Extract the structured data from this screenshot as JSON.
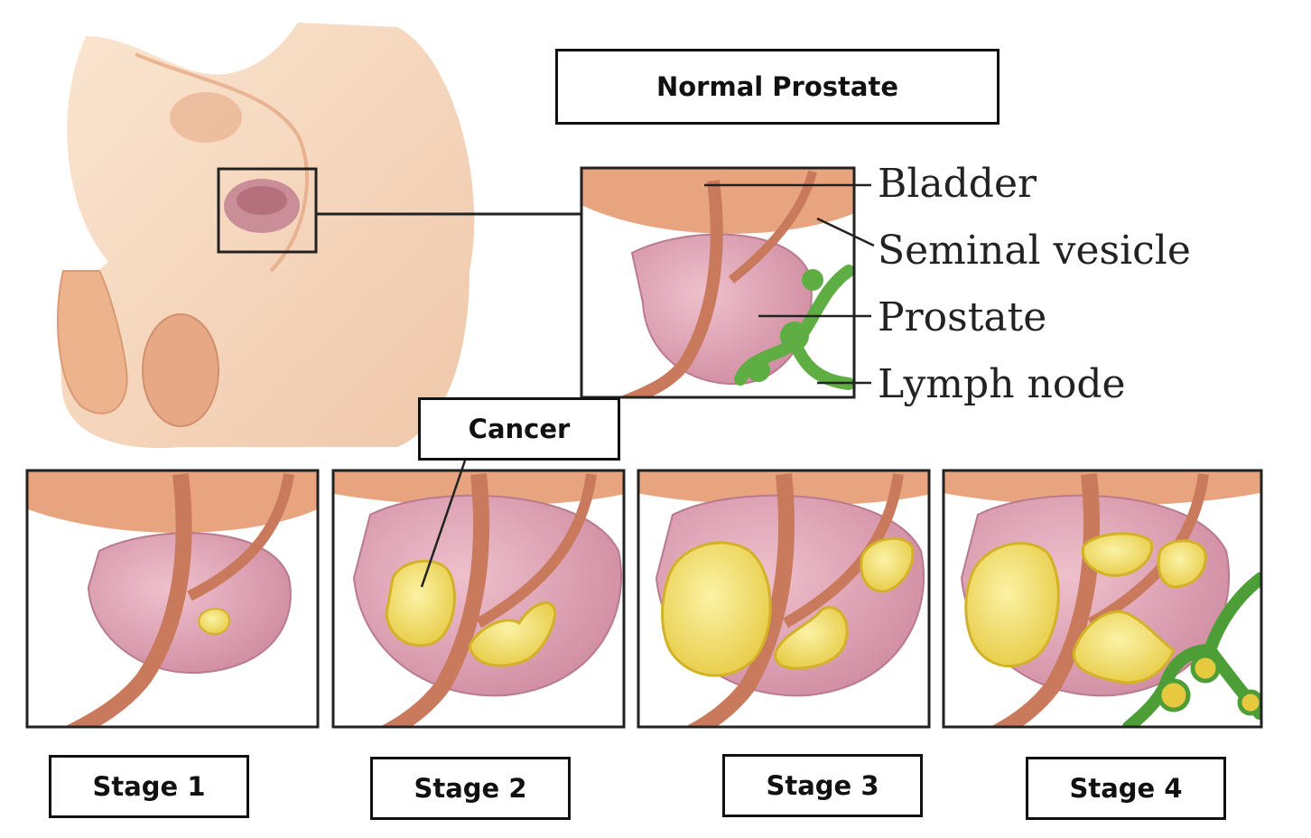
{
  "title": "Normal Prostate",
  "anatomy_labels": {
    "bladder": "Bladder",
    "seminal_vesicle": "Seminal vesicle",
    "prostate": "Prostate",
    "lymph_node": "Lymph node"
  },
  "cancer_label": "Cancer",
  "stages": [
    "Stage 1",
    "Stage 2",
    "Stage 3",
    "Stage 4"
  ],
  "colors": {
    "skin": "#f4cda8",
    "bladder": "#e7a47f",
    "prostate": "#dea3b4",
    "urethra": "#c97a5d",
    "tumor": "#f2de6a",
    "lymph": "#5fae44"
  }
}
